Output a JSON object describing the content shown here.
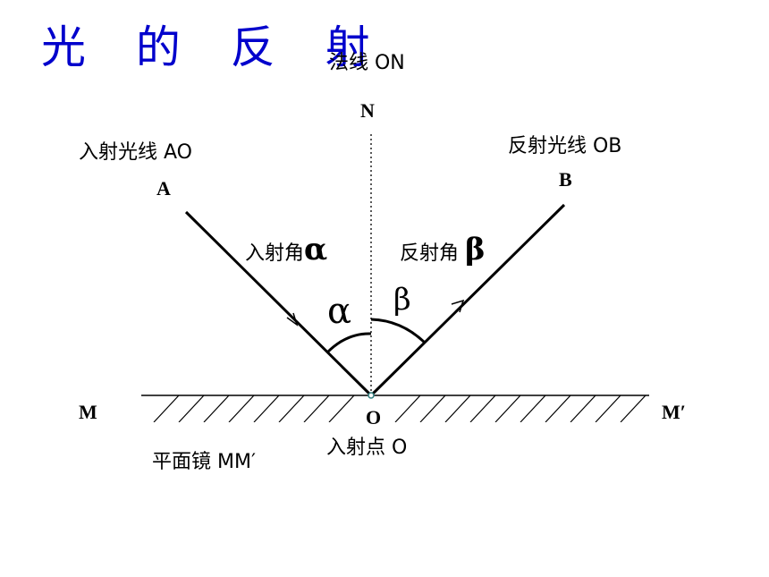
{
  "title": "光 的 反 射",
  "normal_label": "法线 ON",
  "points": {
    "N": "N",
    "A": "A",
    "B": "B",
    "O": "O",
    "M": "M",
    "M_prime": "M′"
  },
  "incident_ray": "入射光线 AO",
  "reflected_ray": "反射光线 OB",
  "incident_angle": {
    "text": "入射角",
    "symbol": "α"
  },
  "reflection_angle": {
    "text": "反射角",
    "symbol": "β"
  },
  "angle_marks": {
    "alpha": "α",
    "beta": "β"
  },
  "incidence_point": "入射点 O",
  "mirror_label": "平面镜 MM′",
  "colors": {
    "title": "#0000cc",
    "lines": "#000000",
    "point": "#2e7d7d"
  }
}
